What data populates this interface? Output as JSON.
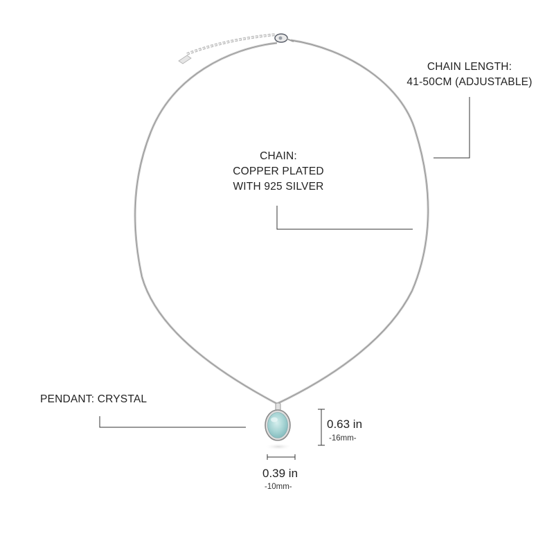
{
  "product": {
    "type": "necklace",
    "colors": {
      "background": "#ffffff",
      "chain": "#b9b9b9",
      "stone": "#a9d6d6",
      "leader_line": "#333333",
      "text": "#222222"
    }
  },
  "annotations": {
    "chain_length": {
      "line1": "CHAIN LENGTH:",
      "line2": "41-50CM (ADJUSTABLE)"
    },
    "chain_material": {
      "line1": "CHAIN:",
      "line2": "COPPER PLATED",
      "line3": "WITH 925 SILVER"
    },
    "pendant": {
      "text": "PENDANT: CRYSTAL"
    }
  },
  "dimensions": {
    "height": {
      "imperial": "0.63 in",
      "metric": "-16mm-"
    },
    "width": {
      "imperial": "0.39 in",
      "metric": "-10mm-"
    }
  }
}
